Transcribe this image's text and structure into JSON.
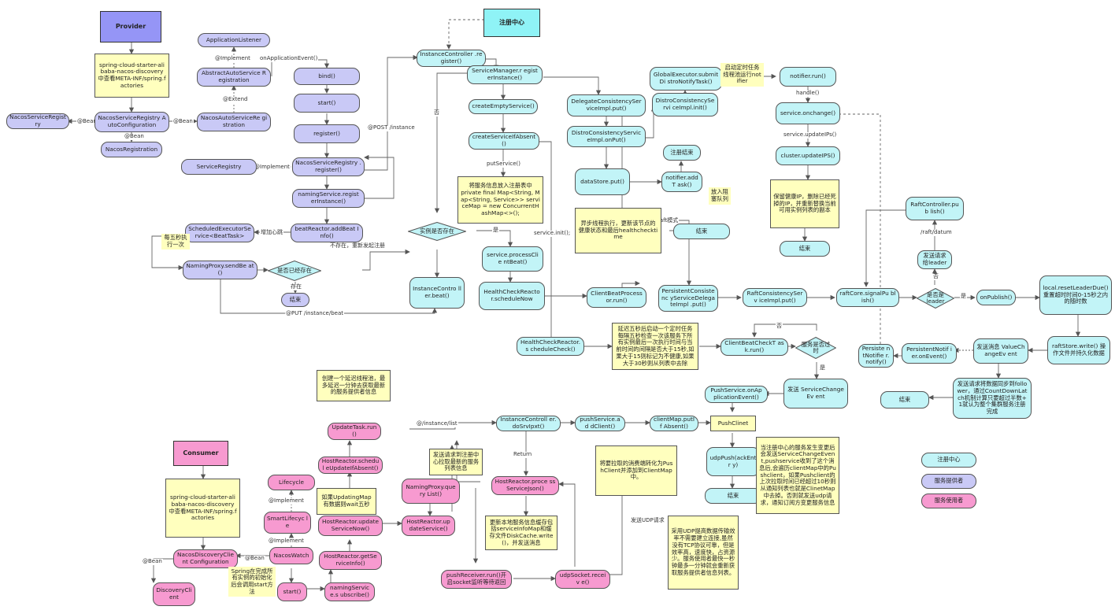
{
  "nodes": [
    {
      "id": "provider",
      "text": "Provider",
      "cls": "header h-prov"
    },
    {
      "id": "prov_starter",
      "text": "spring-cloud-starter-alibaba-nacos-discovery\n中查看META-INF/spring.factories",
      "cls": "note"
    },
    {
      "id": "nsr_autoconf",
      "text": "NacosServiceRegistry AutoConfiguration",
      "cls": "pill p-lav"
    },
    {
      "id": "nacos_service_registry",
      "text": "NacosServiceRegistry",
      "cls": "pill p-lav"
    },
    {
      "id": "nacos_registration",
      "text": "NacosRegistration",
      "cls": "pill p-lav"
    },
    {
      "id": "app_listener",
      "text": "ApplicationListener",
      "cls": "pill p-lav"
    },
    {
      "id": "abstract_auto_reg",
      "text": "AbstractAutoService Registration",
      "cls": "pill p-lav"
    },
    {
      "id": "nacos_auto_reg",
      "text": "NacosAutoServiceRe gistration",
      "cls": "pill p-lav"
    },
    {
      "id": "bind",
      "text": "bind()",
      "cls": "pill p-lav"
    },
    {
      "id": "start",
      "text": "start()",
      "cls": "pill p-lav"
    },
    {
      "id": "register",
      "text": "register()",
      "cls": "pill p-lav"
    },
    {
      "id": "service_registry",
      "text": "ServiceRegistry",
      "cls": "pill p-lav"
    },
    {
      "id": "nacos_reg_register",
      "text": "NacosServiceRegistry .register()",
      "cls": "pill p-lav"
    },
    {
      "id": "naming_register",
      "text": "namingService.regist erInstance()",
      "cls": "pill p-lav"
    },
    {
      "id": "sched_exec",
      "text": "ScheduledExecutorSe rvice<BeatTask>",
      "cls": "pill p-lav"
    },
    {
      "id": "beat_add",
      "text": "beatReactor.addBeat Info()",
      "cls": "pill p-lav"
    },
    {
      "id": "every5s_note",
      "text": "每五秒执行一次",
      "cls": "note-plain"
    },
    {
      "id": "naming_proxy_beat",
      "text": "NamingProxy.sendBe at()",
      "cls": "pill p-lav"
    },
    {
      "id": "end_prov",
      "text": "结束",
      "cls": "pill p-lav"
    },
    {
      "id": "registry_center",
      "text": "注册中心",
      "cls": "header h-reg"
    },
    {
      "id": "instance_ctrl_register",
      "text": "InstanceController .register()",
      "cls": "pill p-cyan"
    },
    {
      "id": "service_mgr_register",
      "text": "ServiceManager.r egisterInstance()",
      "cls": "pill p-cyan"
    },
    {
      "id": "create_empty",
      "text": "createEmptyService()",
      "cls": "pill p-cyan"
    },
    {
      "id": "create_if_absent",
      "text": "createServiceIfAbsent()",
      "cls": "pill p-cyan"
    },
    {
      "id": "put_service_note",
      "text": "将服务信息放入注册表中\nprivate final Map<String, Map<String, Service>> serviceMap = new ConcurrentHashMap<>();",
      "cls": "note"
    },
    {
      "id": "instance_ctrl_beat",
      "text": "InstanceContro ller.beat()",
      "cls": "pill p-cyan"
    },
    {
      "id": "process_client_beat",
      "text": "service.processClie ntBeat()",
      "cls": "pill p-cyan"
    },
    {
      "id": "hc_schedule_now",
      "text": "HealthCheckReacto r.scheduleNow",
      "cls": "pill p-cyan"
    },
    {
      "id": "hc_schedule_check",
      "text": "HealthCheckReactor.s cheduleCheck()",
      "cls": "pill p-cyan"
    },
    {
      "id": "delegate_put",
      "text": "DelegateConsistencySer viceImpl.put()",
      "cls": "pill p-cyan"
    },
    {
      "id": "distro_on_put",
      "text": "DistroConsistencyServic eImpl.onPut()",
      "cls": "pill p-cyan"
    },
    {
      "id": "datastore_put",
      "text": "dataStore.put()",
      "cls": "pill p-cyan"
    },
    {
      "id": "notifier_addtask",
      "text": "notifier.addT ask()",
      "cls": "pill p-cyan"
    },
    {
      "id": "end_notify",
      "text": "注册结束",
      "cls": "pill p-cyan"
    },
    {
      "id": "blocking_queue_note",
      "text": "放入阻塞队列",
      "cls": "note-plain"
    },
    {
      "id": "global_executor",
      "text": "GlobalExecutor.submitDi stroNotifyTask()",
      "cls": "pill p-cyan"
    },
    {
      "id": "distro_init",
      "text": "DistroConsistencyServi ceImpl.init()",
      "cls": "pill p-cyan"
    },
    {
      "id": "start_thread_note",
      "text": "启动定时任务线程池运行notifier",
      "cls": "note-plain"
    },
    {
      "id": "notifier_run",
      "text": "notifier.run()",
      "cls": "pill p-cyan"
    },
    {
      "id": "service_onchange",
      "text": "service.onchange()",
      "cls": "pill p-cyan"
    },
    {
      "id": "cluster_update",
      "text": "cluster.updateIPS()",
      "cls": "pill p-cyan"
    },
    {
      "id": "keep_healthy_note",
      "text": "保留健康IP，删除已经死掉的IP，并重新替换当前可用实例列表的副本",
      "cls": "note"
    },
    {
      "id": "end_cluster",
      "text": "结束",
      "cls": "pill p-cyan"
    },
    {
      "id": "async_note",
      "text": "异步线程执行，更新该节点的健康状态和最后healthchecktime",
      "cls": "note"
    },
    {
      "id": "end_async",
      "text": "结束",
      "cls": "pill p-cyan"
    },
    {
      "id": "client_beat_run",
      "text": "ClientBeatProcess or.run()",
      "cls": "pill p-cyan"
    },
    {
      "id": "persistent_put",
      "text": "PersistentConsistenc yServiceDelegateImpl .put()",
      "cls": "pill p-cyan"
    },
    {
      "id": "raft_put",
      "text": "RaftConsistencyServ iceImpl.put()",
      "cls": "pill p-cyan"
    },
    {
      "id": "raft_signal_publish",
      "text": "raftCore.signalPu blish()",
      "cls": "pill p-cyan"
    },
    {
      "id": "raft_ctrl_publish",
      "text": "RaftController.pub lish()",
      "cls": "pill p-cyan"
    },
    {
      "id": "send_leader_note",
      "text": "发送请求给leader",
      "cls": "pill p-cyan"
    },
    {
      "id": "on_publish",
      "text": "onPublish()",
      "cls": "pill p-cyan"
    },
    {
      "id": "local_reset_leader",
      "text": "local.resetLeaderDue() 重置超时时间0-15秒之内的随时数",
      "cls": "pill p-cyan"
    },
    {
      "id": "raftstore_write",
      "text": "raftStore.write() 操作文件并持久化数据",
      "cls": "pill p-cyan"
    },
    {
      "id": "send_value_change",
      "text": "发送消息 ValueChangeEv ent",
      "cls": "pill p-cyan"
    },
    {
      "id": "persistent_notifier_onevent",
      "text": "PersistentNotif ier.onEvent()",
      "cls": "pill p-cyan"
    },
    {
      "id": "persistent_notifier_notify",
      "text": "Persiste ntNotifie r.notify()",
      "cls": "pill p-cyan"
    },
    {
      "id": "sync_follower",
      "text": "发送请求将数据同步到follower，通过CountDownLatch机制计算只要超过半数+1就认为整个集群服务注册完成",
      "cls": "pill p-cyan"
    },
    {
      "id": "end_raft",
      "text": "结束",
      "cls": "pill p-cyan"
    },
    {
      "id": "delay5s_note",
      "text": "延迟五秒后启动一个定时任务每隔五秒检查一次该服务下所有实例最后一次执行时间与当前时间的间隔是否大于15秒,如果大于15则标记为不健康,如果大于30秒则从列表中去除",
      "cls": "note"
    },
    {
      "id": "client_beat_check",
      "text": "ClientBeatCheckT ask.run()",
      "cls": "pill p-cyan"
    },
    {
      "id": "send_service_change",
      "text": "发送 ServiceChangeEv ent",
      "cls": "pill p-cyan"
    },
    {
      "id": "push_on_app_event",
      "text": "PushService.onAp plicationEvent()",
      "cls": "pill p-cyan"
    },
    {
      "id": "push_client",
      "text": "PushClinet",
      "cls": "note"
    },
    {
      "id": "udp_push",
      "text": "udpPush(ackEntr y)",
      "cls": "pill p-cyan"
    },
    {
      "id": "end_udp",
      "text": "结束",
      "cls": "pill p-cyan"
    },
    {
      "id": "push_client_note",
      "text": "当注册中心的服务发生变更后会发送ServiceChangeEvent,pushservice收到了这个消息后,会遍历clientMap中的Pushclient，如果Pushclient的上次拉取时间已经超过10秒则从通知列表也就是ClinetMap中去掉。否则就发送udp请求，通知订阅方变更服务信息",
      "cls": "note"
    },
    {
      "id": "udp_reason_note",
      "text": "采用UDP提高数据传输效率不需要建立连接,虽然没有TCP协议可靠，但是效率高，速度快，占资源少。服务使用者最快一秒钟最多一分钟就会重新获取服务提供者信息列表。",
      "cls": "note"
    },
    {
      "id": "add_to_clientmap_note",
      "text": "将要拉取的消费端转化为PushClient并添加到ClientMap中。",
      "cls": "note"
    },
    {
      "id": "instance_ctrl_dosrvipt",
      "text": "InstanceControll er.doSrvIpxt()",
      "cls": "pill p-cyan"
    },
    {
      "id": "push_add_client",
      "text": "pushService.ad dClient()",
      "cls": "pill p-cyan"
    },
    {
      "id": "clientmap_put",
      "text": "clientMap.putIf Absent()",
      "cls": "pill p-cyan"
    },
    {
      "id": "consumer",
      "text": "Consumer",
      "cls": "header h-cons"
    },
    {
      "id": "cons_starter",
      "text": "spring-cloud-starter-alibaba-nacos-discovery\n中查看META-INF/spring.factories",
      "cls": "note"
    },
    {
      "id": "nacos_discovery_conf",
      "text": "NacosDiscoveryClient Configuration",
      "cls": "pill p-pink"
    },
    {
      "id": "discovery_client",
      "text": "DiscoveryCli ent",
      "cls": "pill p-pink"
    },
    {
      "id": "lifecycle",
      "text": "Lifecycle",
      "cls": "pill p-pink"
    },
    {
      "id": "smart_lifecycle",
      "text": "SmartLifecyc le",
      "cls": "pill p-pink"
    },
    {
      "id": "nacos_watch",
      "text": "NacosWatch",
      "cls": "pill p-pink"
    },
    {
      "id": "spring_init_note",
      "text": "Spring在完成所有实例的初始化后会调用start方法",
      "cls": "note-plain"
    },
    {
      "id": "cons_start",
      "text": "start()",
      "cls": "pill p-pink"
    },
    {
      "id": "naming_subscribe",
      "text": "namingService.s ubscribe()",
      "cls": "pill p-pink"
    },
    {
      "id": "host_get_service_info",
      "text": "HostReactor.getSe rviceInfo()",
      "cls": "pill p-pink"
    },
    {
      "id": "host_update_now",
      "text": "HostReactor.update ServiceNow()",
      "cls": "pill p-pink"
    },
    {
      "id": "updating_map_note",
      "text": "如果UpdatingMap有数据则wait五秒",
      "cls": "note"
    },
    {
      "id": "host_schedule_update",
      "text": "HostReactor.schedul eUpdateIfAbsent()",
      "cls": "pill p-pink"
    },
    {
      "id": "update_task_run",
      "text": "UpdateTask.run()",
      "cls": "pill p-pink"
    },
    {
      "id": "delay_task_note",
      "text": "创建一个延迟线程池，最多延迟一分钟去获取最新的服务提供者信息",
      "cls": "note"
    },
    {
      "id": "naming_proxy_query",
      "text": "NamingProxy.query List()",
      "cls": "pill p-pink"
    },
    {
      "id": "send_query_note",
      "text": "发送请求到注册中心拉取最新的服务列表信息",
      "cls": "note"
    },
    {
      "id": "host_update_service",
      "text": "HostReactor.up dateService()",
      "cls": "pill p-pink"
    },
    {
      "id": "host_process_json",
      "text": "HostReactor.proce ssServiceJson()",
      "cls": "pill p-pink"
    },
    {
      "id": "update_local_cache_note",
      "text": "更新本地服务信息缓存包括serviceInfoMap和缓存文件DiskCache.write()，并发送消息",
      "cls": "note"
    },
    {
      "id": "push_receiver_run",
      "text": "pushReceiver.run()开启socket监听等待返回",
      "cls": "pill p-pink"
    },
    {
      "id": "udp_socket_receive",
      "text": "udpSocket.receiv e()",
      "cls": "pill p-pink"
    },
    {
      "id": "legend_registry",
      "text": "注册中心",
      "cls": "pill p-cyan"
    },
    {
      "id": "legend_provider",
      "text": "服务提供者",
      "cls": "pill p-lav"
    },
    {
      "id": "legend_consumer",
      "text": "服务使用者",
      "cls": "pill p-pink"
    }
  ],
  "decisions": [
    {
      "id": "is_exist_heartbeat",
      "text": "是否已经存在"
    },
    {
      "id": "is_instance_exist",
      "text": "实例是否存在"
    },
    {
      "id": "is_leader",
      "text": "是否是leader"
    },
    {
      "id": "is_service_expired",
      "text": "服务是否过时"
    }
  ],
  "labels": [
    {
      "id": "l_implement1",
      "text": "@Implement"
    },
    {
      "id": "l_on_app_event",
      "text": "onApplicationEvent()"
    },
    {
      "id": "l_extend",
      "text": "@Extend"
    },
    {
      "id": "l_bean1",
      "text": "@Bean"
    },
    {
      "id": "l_bean2",
      "text": "@Bean"
    },
    {
      "id": "l_bean3",
      "text": "@Bean"
    },
    {
      "id": "l_implement2",
      "text": "@Implement"
    },
    {
      "id": "l_post_instance",
      "text": "@POST /instance"
    },
    {
      "id": "l_add_heartbeat",
      "text": "增加心跳"
    },
    {
      "id": "l_not_exist_reregister",
      "text": "不存在，重新发起注册"
    },
    {
      "id": "l_exist",
      "text": "存在"
    },
    {
      "id": "l_put_instance_beat",
      "text": "@PUT /instance/beat"
    },
    {
      "id": "l_no1",
      "text": "否"
    },
    {
      "id": "l_put_service",
      "text": "putService()"
    },
    {
      "id": "l_yes1",
      "text": "是"
    },
    {
      "id": "l_service_init",
      "text": "service.init();"
    },
    {
      "id": "l_raft_mode",
      "text": "这里开始进入raft模式"
    },
    {
      "id": "l_handle",
      "text": "handle()"
    },
    {
      "id": "l_service_update_ips",
      "text": "service.updateIPs()"
    },
    {
      "id": "l_raft_datum",
      "text": "/raft/datum"
    },
    {
      "id": "l_no2",
      "text": "否"
    },
    {
      "id": "l_yes2",
      "text": "是"
    },
    {
      "id": "l_no3",
      "text": "否"
    },
    {
      "id": "l_yes3",
      "text": "是"
    },
    {
      "id": "l_instance_list",
      "text": "@/instance/list"
    },
    {
      "id": "l_return",
      "text": "Return"
    },
    {
      "id": "l_send_udp",
      "text": "发送UDP请求"
    },
    {
      "id": "l_implement3",
      "text": "@Implement"
    },
    {
      "id": "l_implement4",
      "text": "@Implement"
    },
    {
      "id": "l_bean4",
      "text": "@Bean"
    },
    {
      "id": "l_bean5",
      "text": "@Bean"
    }
  ],
  "colors": {
    "registry": "#c2f4f7",
    "provider": "#c9c9f6",
    "consumer": "#f79ad0",
    "note": "#ffffbe",
    "line": "#555555"
  }
}
